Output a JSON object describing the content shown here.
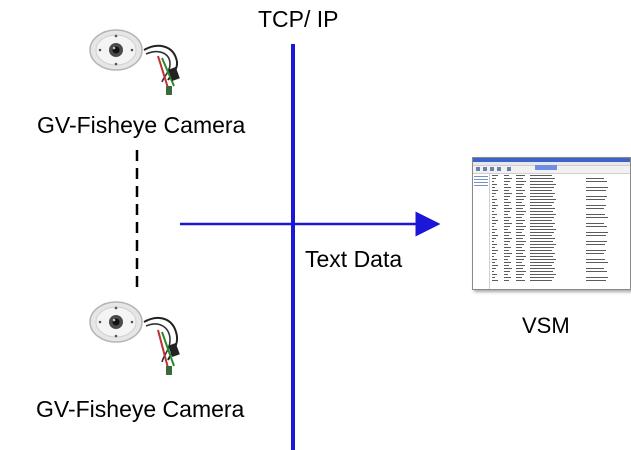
{
  "labels": {
    "network": "TCP/ IP",
    "camera_top": "GV-Fisheye Camera",
    "camera_bottom": "GV-Fisheye Camera",
    "flow": "Text Data",
    "receiver": "VSM"
  },
  "colors": {
    "network_line": "#1a17d6",
    "flow_arrow": "#1a17d6",
    "dashed_link": "#000000"
  },
  "icons": {
    "camera": "fisheye-camera-icon",
    "software_window": "vsm-screenshot-icon"
  }
}
